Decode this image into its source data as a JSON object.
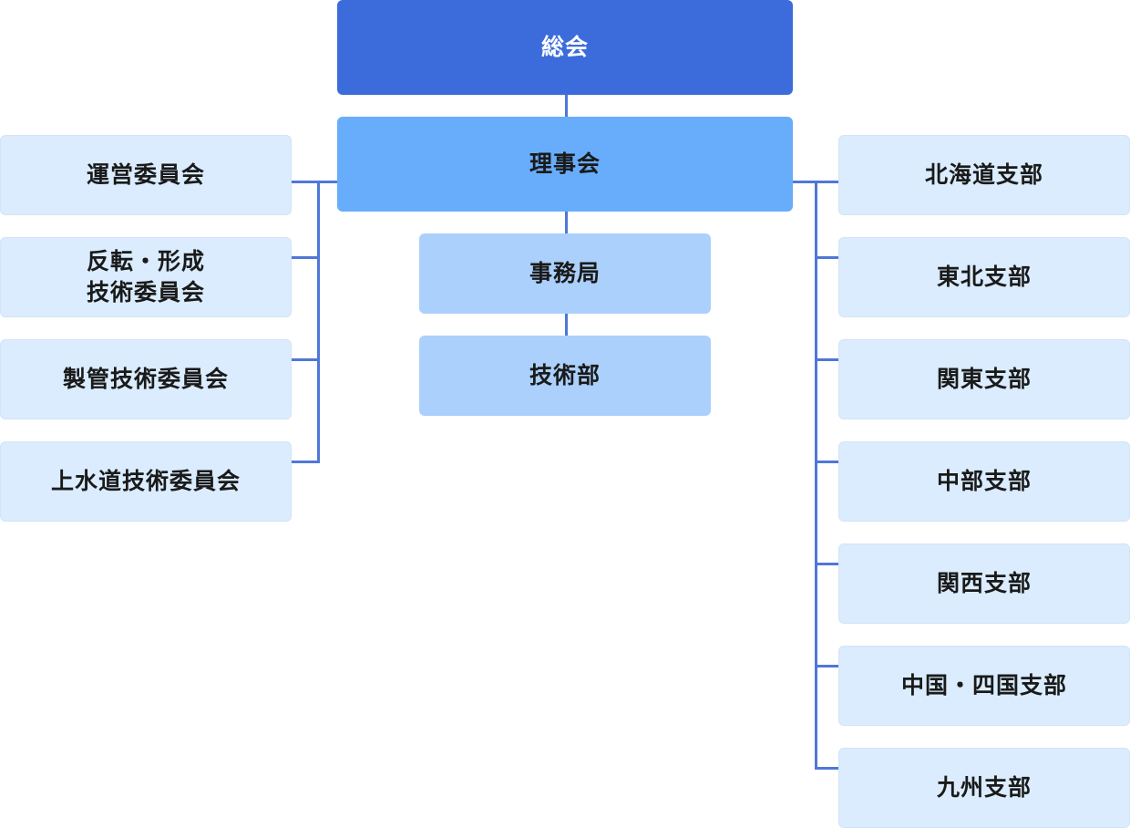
{
  "colors": {
    "top": "#3c6cdb",
    "board": "#68adfb",
    "middle": "#abd0fb",
    "side": "#daecfd",
    "connector": "#4f77d7"
  },
  "org": {
    "general_assembly": "総会",
    "board": "理事会",
    "center_units": [
      "事務局",
      "技術部"
    ],
    "committees": [
      "運営委員会",
      "反転・形成\n技術委員会",
      "製管技術委員会",
      "上水道技術委員会"
    ],
    "branches": [
      "北海道支部",
      "東北支部",
      "関東支部",
      "中部支部",
      "関西支部",
      "中国・四国支部",
      "九州支部"
    ]
  }
}
